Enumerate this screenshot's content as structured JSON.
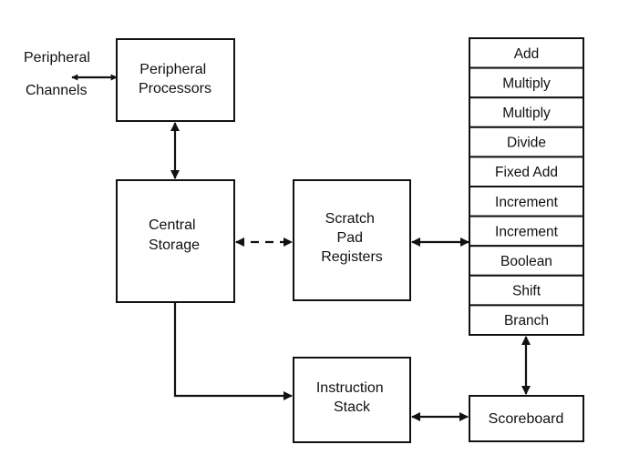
{
  "peripheral_channels": {
    "line1": "Peripheral",
    "line2": "Channels"
  },
  "peripheral_processors": {
    "line1": "Peripheral",
    "line2": "Processors"
  },
  "central_storage": {
    "line1": "Central",
    "line2": "Storage"
  },
  "scratch_pad_registers": {
    "line1": "Scratch",
    "line2": "Pad",
    "line3": "Registers"
  },
  "instruction_stack": {
    "line1": "Instruction",
    "line2": "Stack"
  },
  "scoreboard": {
    "label": "Scoreboard"
  },
  "functional_units": [
    "Add",
    "Multiply",
    "Multiply",
    "Divide",
    "Fixed Add",
    "Increment",
    "Increment",
    "Boolean",
    "Shift",
    "Branch"
  ]
}
